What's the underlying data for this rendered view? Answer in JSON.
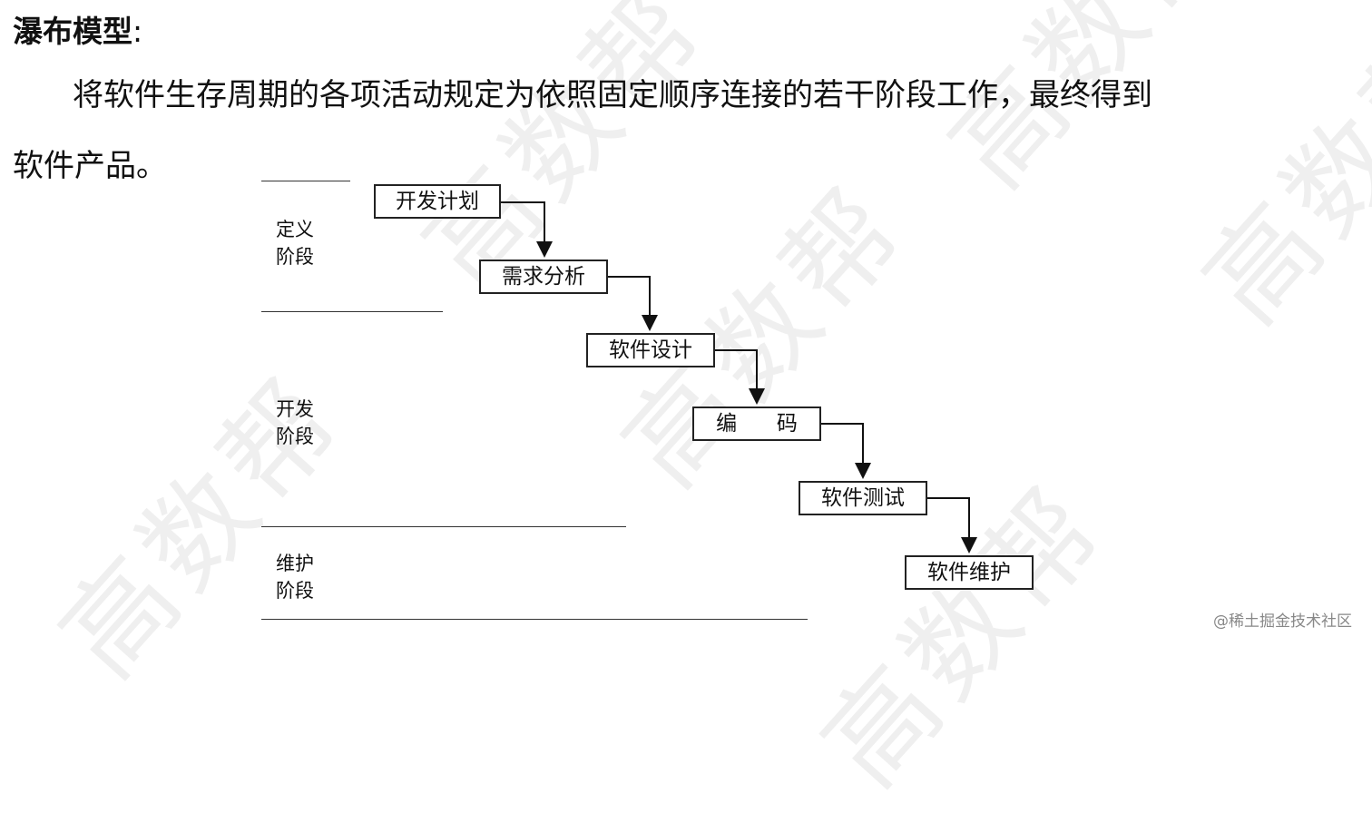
{
  "heading": {
    "title": "瀑布模型",
    "colon": ":"
  },
  "description": {
    "line1": "将软件生存周期的各项活动规定为依照固定顺序连接的若干阶段工作，最终得到",
    "line2": "软件产品。"
  },
  "diagram": {
    "phases": [
      {
        "line1": "定义",
        "line2": "阶段"
      },
      {
        "line1": "开发",
        "line2": "阶段"
      },
      {
        "line1": "维护",
        "line2": "阶段"
      }
    ],
    "steps": [
      "开发计划",
      "需求分析",
      "软件设计",
      "编      码",
      "软件测试",
      "软件维护"
    ]
  },
  "watermark": "高数帮",
  "credit": "@稀土掘金技术社区"
}
